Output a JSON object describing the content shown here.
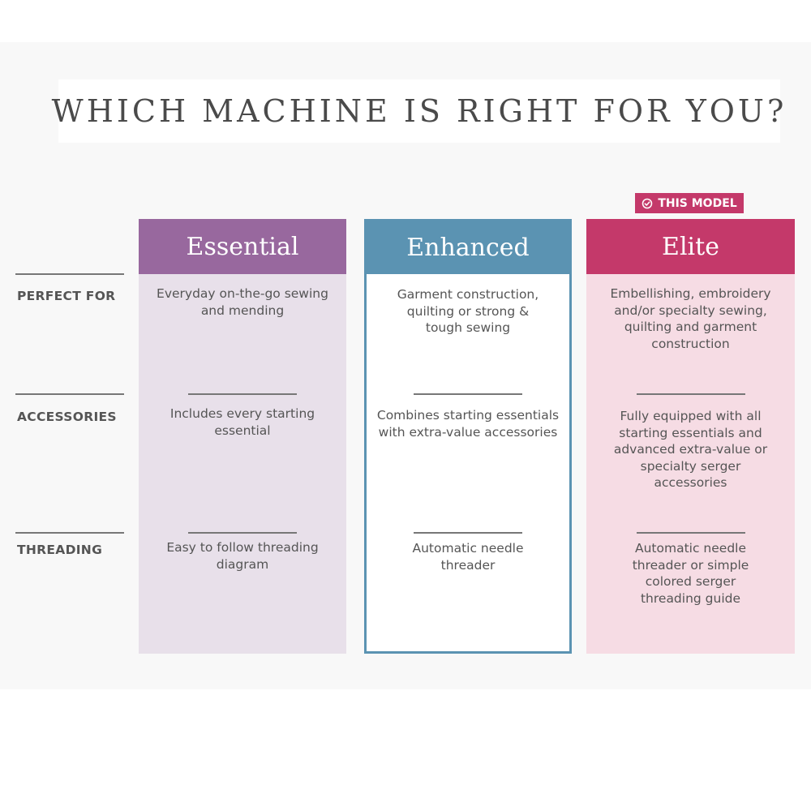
{
  "title": "WHICH MACHINE IS RIGHT FOR YOU?",
  "badge": {
    "label": "THIS MODEL",
    "icon": "check-circle-icon"
  },
  "rows": [
    "PERFECT FOR",
    "ACCESSORIES",
    "THREADING"
  ],
  "columns": [
    {
      "name": "Essential",
      "header_color": "#98689e",
      "body_color": "#e8e0ea",
      "cells": [
        "Everyday on-the-go sewing and mending",
        "Includes every starting essential",
        "Easy to follow threading diagram"
      ]
    },
    {
      "name": "Enhanced",
      "header_color": "#5b93b2",
      "body_color": "#ffffff",
      "cells": [
        "Garment construction, quilting or strong & tough sewing",
        "Combines starting essentials with extra-value accessories",
        "Automatic needle threader"
      ]
    },
    {
      "name": "Elite",
      "header_color": "#c4396a",
      "body_color": "#f6dce4",
      "cells": [
        "Embellishing, embroidery and/or specialty sewing, quilting and garment construction",
        "Fully equipped with all starting essentials and advanced extra-value or specialty serger accessories",
        "Automatic needle threader or simple colored serger threading guide"
      ]
    }
  ]
}
